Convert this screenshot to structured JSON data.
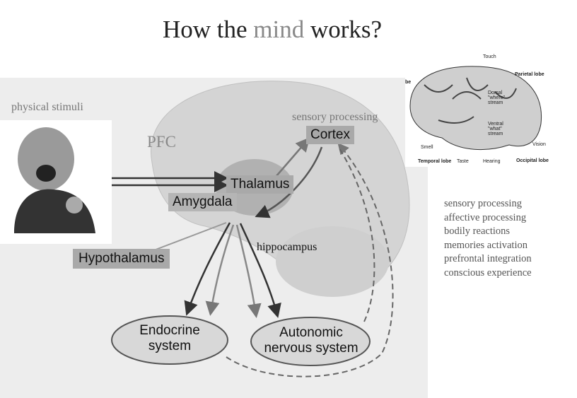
{
  "title": {
    "pre": "How the ",
    "highlight": "mind",
    "post": " works?"
  },
  "labels": {
    "physical_stimuli": "physical stimuli",
    "pfc": "PFC",
    "sensory_processing": "sensory processing",
    "cortex": "Cortex",
    "thalamus": "Thalamus",
    "amygdala": "Amygdala",
    "hypothalamus": "Hypothalamus",
    "hippocampus": "hippocampus",
    "endocrine": [
      "Endocrine",
      "system"
    ],
    "autonomic": [
      "Autonomic",
      "nervous system"
    ]
  },
  "lobe_diagram": {
    "labels": [
      "Touch",
      "Parietal lobe",
      "Dorsal \"where\" stream",
      "Ventral \"what\" stream",
      "Smell",
      "Temporal lobe",
      "Taste",
      "Hearing",
      "Occipital lobe",
      "Vision",
      "be"
    ]
  },
  "process_list": [
    "sensory processing",
    "affective processing",
    "bodily reactions",
    "memories activation",
    "prefrontal integration",
    "conscious experience"
  ]
}
